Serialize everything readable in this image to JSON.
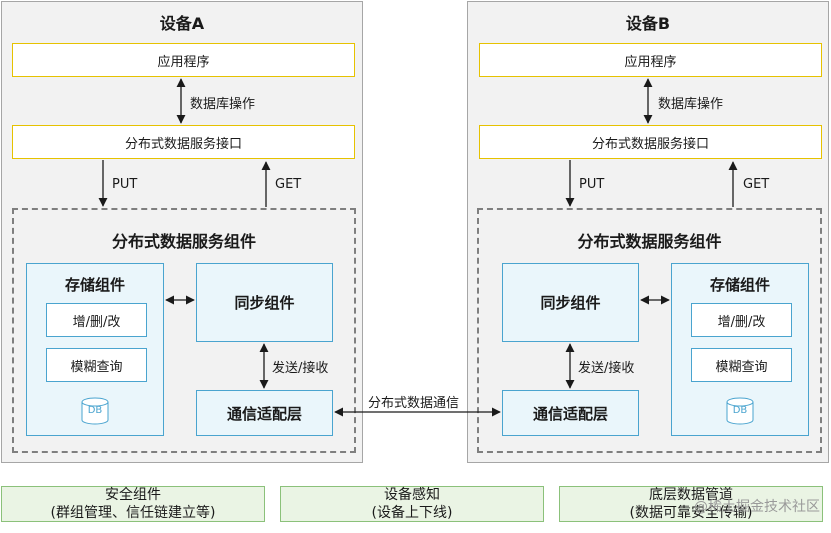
{
  "device_a": {
    "title": "设备A",
    "app": "应用程序",
    "db_op": "数据库操作",
    "interface": "分布式数据服务接口",
    "put": "PUT",
    "get": "GET",
    "component_title": "分布式数据服务组件",
    "storage": "存储组件",
    "crud": "增/删/改",
    "fuzzy_query": "模糊查询",
    "db": "DB",
    "sync": "同步组件",
    "send_recv": "发送/接收",
    "comm": "通信适配层"
  },
  "device_b": {
    "title": "设备B",
    "app": "应用程序",
    "db_op": "数据库操作",
    "interface": "分布式数据服务接口",
    "put": "PUT",
    "get": "GET",
    "component_title": "分布式数据服务组件",
    "storage": "存储组件",
    "crud": "增/删/改",
    "fuzzy_query": "模糊查询",
    "db": "DB",
    "sync": "同步组件",
    "send_recv": "发送/接收",
    "comm": "通信适配层"
  },
  "link_label": "分布式数据通信",
  "bottom": {
    "security": {
      "line1": "安全组件",
      "line2": "(群组管理、信任链建立等)"
    },
    "awareness": {
      "line1": "设备感知",
      "line2": "(设备上下线)"
    },
    "channel": {
      "line1": "底层数据管道",
      "line2": "(数据可靠安全传输)"
    }
  },
  "watermark": "@稀土掘金技术社区",
  "colors": {
    "device_bg": "#f2f2f2",
    "yellow_border": "#e6c200",
    "blue_fill": "#eaf6fb",
    "blue_border": "#4aa4cf",
    "green_fill": "#eaf4e4",
    "green_border": "#8bc17a"
  }
}
